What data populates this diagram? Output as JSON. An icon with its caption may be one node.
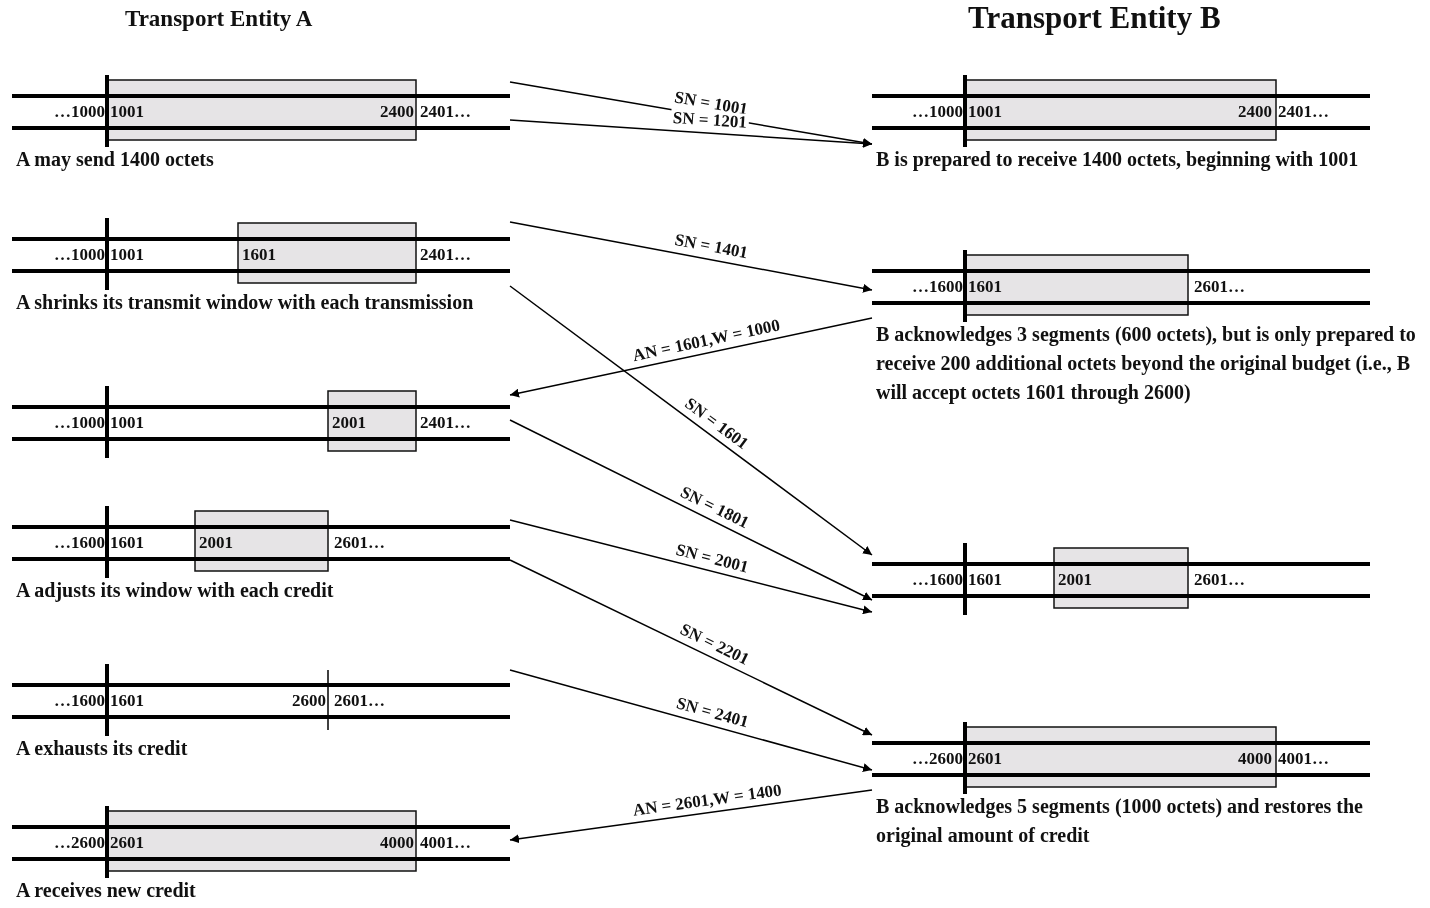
{
  "diagram": {
    "nodes": [
      {
        "text": [
          "…1000",
          "1001",
          "2400",
          "2401…"
        ],
        "beside": [
          "A may send 1400 octets"
        ]
      },
      {
        "text": [
          "…1000",
          "1001",
          "1601",
          "2401…"
        ],
        "beside": [
          "A shrinks its transmit window with each transmission"
        ]
      },
      {
        "text": [
          "…1000",
          "1001",
          "2001",
          "2401…"
        ]
      },
      {
        "text": [
          "…1600",
          "1601",
          "2001",
          "2601…"
        ],
        "beside": [
          "A adjusts its window with each credit"
        ]
      },
      {
        "text": [
          "…1600",
          "1601",
          "2600",
          "2601…"
        ],
        "beside": [
          "A exhausts its credit"
        ]
      },
      {
        "text": [
          "…2600",
          "2601",
          "4000",
          "4001…"
        ],
        "beside": [
          "A receives new credit"
        ]
      },
      {
        "text": [
          "…1000",
          "1001",
          "2400",
          "2401…"
        ],
        "beside": [
          "B is prepared to receive 1400 octets, beginning with 1001"
        ]
      },
      {
        "text": [
          "…1600",
          "1601",
          "2601…"
        ],
        "beside": [
          "B acknowledges 3 segments (600 octets), but is only prepared to receive 200 additional octets beyond the original budget (i.e., B will accept octets 1601 through 2600)"
        ]
      },
      {
        "text": [
          "…1600",
          "1601",
          "2001",
          "2601…"
        ]
      },
      {
        "text": [
          "…2600",
          "2601",
          "4000",
          "4001…"
        ],
        "beside": [
          "B acknowledges 5 segments (1000 octets) and restores the original amount of credit"
        ]
      }
    ],
    "edges": [
      {
        "from": 0,
        "to": 6,
        "arrow": "to",
        "label": "SN = 1001"
      },
      {
        "from": 0,
        "to": 6,
        "arrow": "to",
        "label": "SN = 1201"
      },
      {
        "from": 1,
        "to": 7,
        "arrow": "to",
        "label": "SN = 1401"
      },
      {
        "from": 7,
        "to": 2,
        "arrow": "to",
        "label": "AN = 1601,W = 1000"
      },
      {
        "from": 1,
        "to": 8,
        "arrow": "to",
        "label": "SN = 1601"
      },
      {
        "from": 2,
        "to": 8,
        "arrow": "to",
        "label": "SN = 1801"
      },
      {
        "from": 3,
        "to": 8,
        "arrow": "to",
        "label": "SN = 2001"
      },
      {
        "from": 3,
        "to": 9,
        "arrow": "to",
        "label": "SN = 2201"
      },
      {
        "from": 4,
        "to": 9,
        "arrow": "to",
        "label": "SN = 2401"
      },
      {
        "from": 9,
        "to": 5,
        "arrow": "to",
        "label": "AN = 2601,W = 1400"
      }
    ],
    "labels": [
      "Transport Entity A",
      "Transport Entity B"
    ]
  }
}
